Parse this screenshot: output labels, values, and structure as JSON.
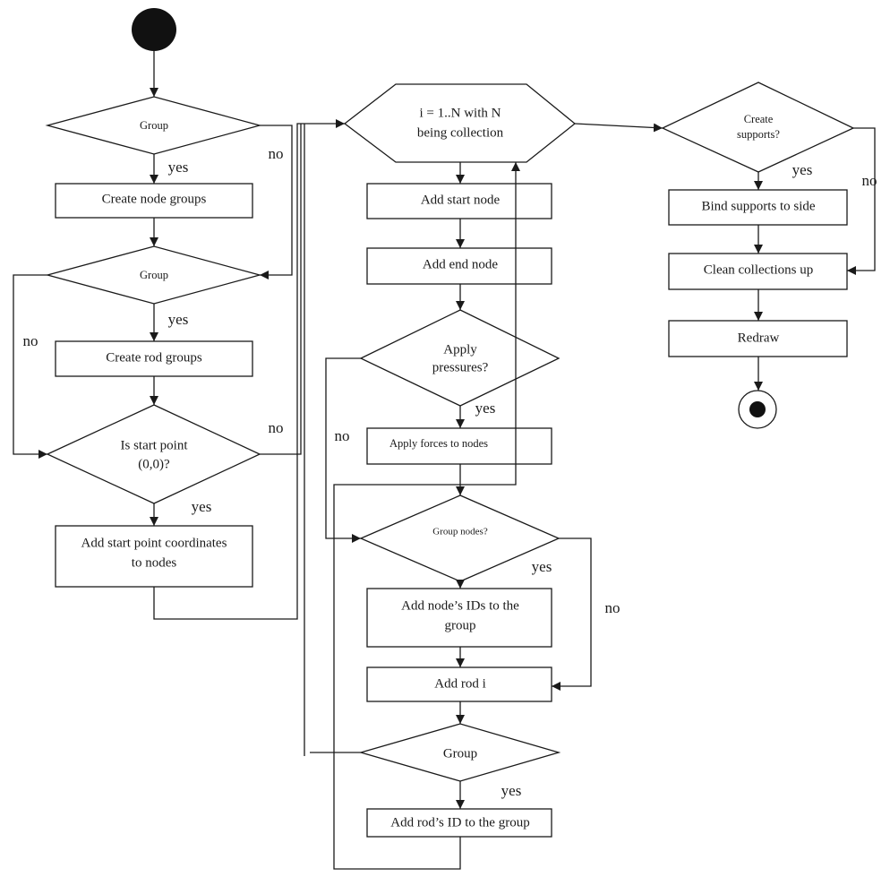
{
  "nodes": {
    "d_group1": "Group",
    "p_node_groups": "Create node groups",
    "d_group2": "Group",
    "p_rod_groups": "Create rod groups",
    "d_start_point": [
      "Is start point",
      "(0,0)?"
    ],
    "p_start_coords": [
      "Add start point coordinates",
      "to nodes"
    ],
    "loop": [
      "i = 1..N with N",
      "being collection"
    ],
    "p_add_start_node": "Add start node",
    "p_add_end_node": "Add end node",
    "d_pressures": [
      "Apply",
      "pressures?"
    ],
    "p_apply_forces": "Apply forces to nodes",
    "d_group_nodes": "Group nodes?",
    "p_add_node_ids": [
      "Add node’s IDs to the",
      "group"
    ],
    "p_add_rod": "Add rod i",
    "d_group3": "Group",
    "p_add_rod_id": "Add rod’s ID to the group",
    "d_supports": [
      "Create",
      "supports?"
    ],
    "p_bind_supports": "Bind supports to side",
    "p_clean": "Clean collections up",
    "p_redraw": "Redraw"
  },
  "edge_labels": {
    "g1_yes": "yes",
    "g1_no": "no",
    "g2_yes": "yes",
    "g2_no": "no",
    "sp_yes": "yes",
    "sp_no": "no",
    "pr_yes": "yes",
    "pr_no": "no",
    "gn_yes": "yes",
    "gn_no": "no",
    "g3_yes": "yes",
    "sup_yes": "yes",
    "sup_no": "no"
  }
}
